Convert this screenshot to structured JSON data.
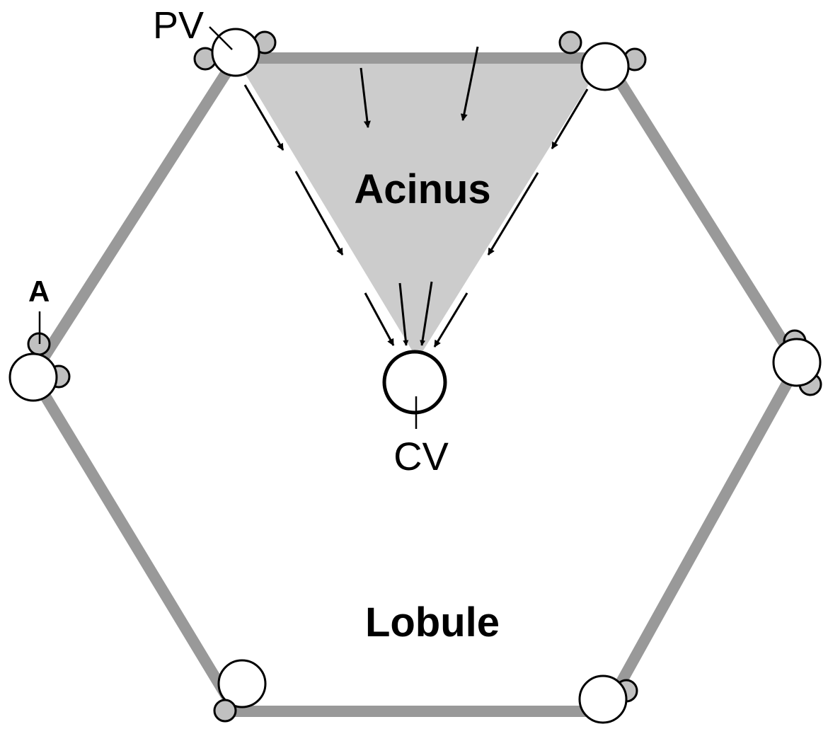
{
  "labels": {
    "pv": "PV",
    "a": "A",
    "acinus": "Acinus",
    "cv": "CV",
    "lobule": "Lobule"
  },
  "colors": {
    "background": "#ffffff",
    "hexagon_edge": "#999999",
    "acinus_fill": "#cccccc",
    "artery_fill": "#c0c0c0",
    "vessel_stroke": "#000000",
    "vessel_fill": "#ffffff",
    "arrow": "#000000",
    "text": "#000000"
  }
}
